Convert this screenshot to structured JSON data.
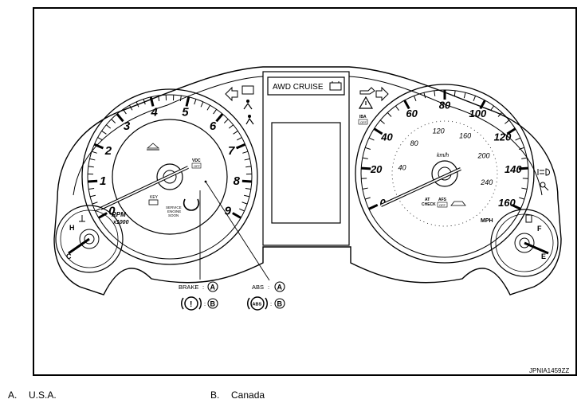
{
  "top_display": {
    "label": "AWD CRUISE"
  },
  "tachometer": {
    "numbers": [
      "0",
      "1",
      "2",
      "3",
      "4",
      "5",
      "6",
      "7",
      "8",
      "9"
    ],
    "unit_label": "RPM",
    "multiplier_label": "x1000",
    "vdc_label": "VDC",
    "vdc_off_label": "OFF",
    "key_label": "KEY",
    "service_label": [
      "SERVICE",
      "ENGINE",
      "SOON"
    ]
  },
  "speedometer": {
    "mph_numbers": [
      "0",
      "20",
      "40",
      "60",
      "80",
      "100",
      "120",
      "140",
      "160"
    ],
    "kmh_numbers": [
      "40",
      "80",
      "120",
      "160",
      "200",
      "240"
    ],
    "kmh_label": "km/h",
    "unit_label": "MPH",
    "at_check_label": [
      "AT",
      "CHECK"
    ],
    "afs_label": "AFS",
    "afs_off_label": "OFF",
    "iba_label": "IBA",
    "iba_off_label": "OFF"
  },
  "temp_gauge": {
    "high": "H",
    "low": "C"
  },
  "fuel_gauge": {
    "full": "F",
    "empty": "E"
  },
  "callouts": {
    "brake_label": "BRAKE",
    "abs_label": "ABS",
    "sep": ":",
    "badge_a": "A",
    "badge_b": "B",
    "abs_icon_text": "ABS",
    "brake_icon_text": "!"
  },
  "reference_code": "JPNIA1459ZZ",
  "captions": [
    {
      "letter": "A.",
      "text": "U.S.A."
    },
    {
      "letter": "B.",
      "text": "Canada"
    }
  ]
}
